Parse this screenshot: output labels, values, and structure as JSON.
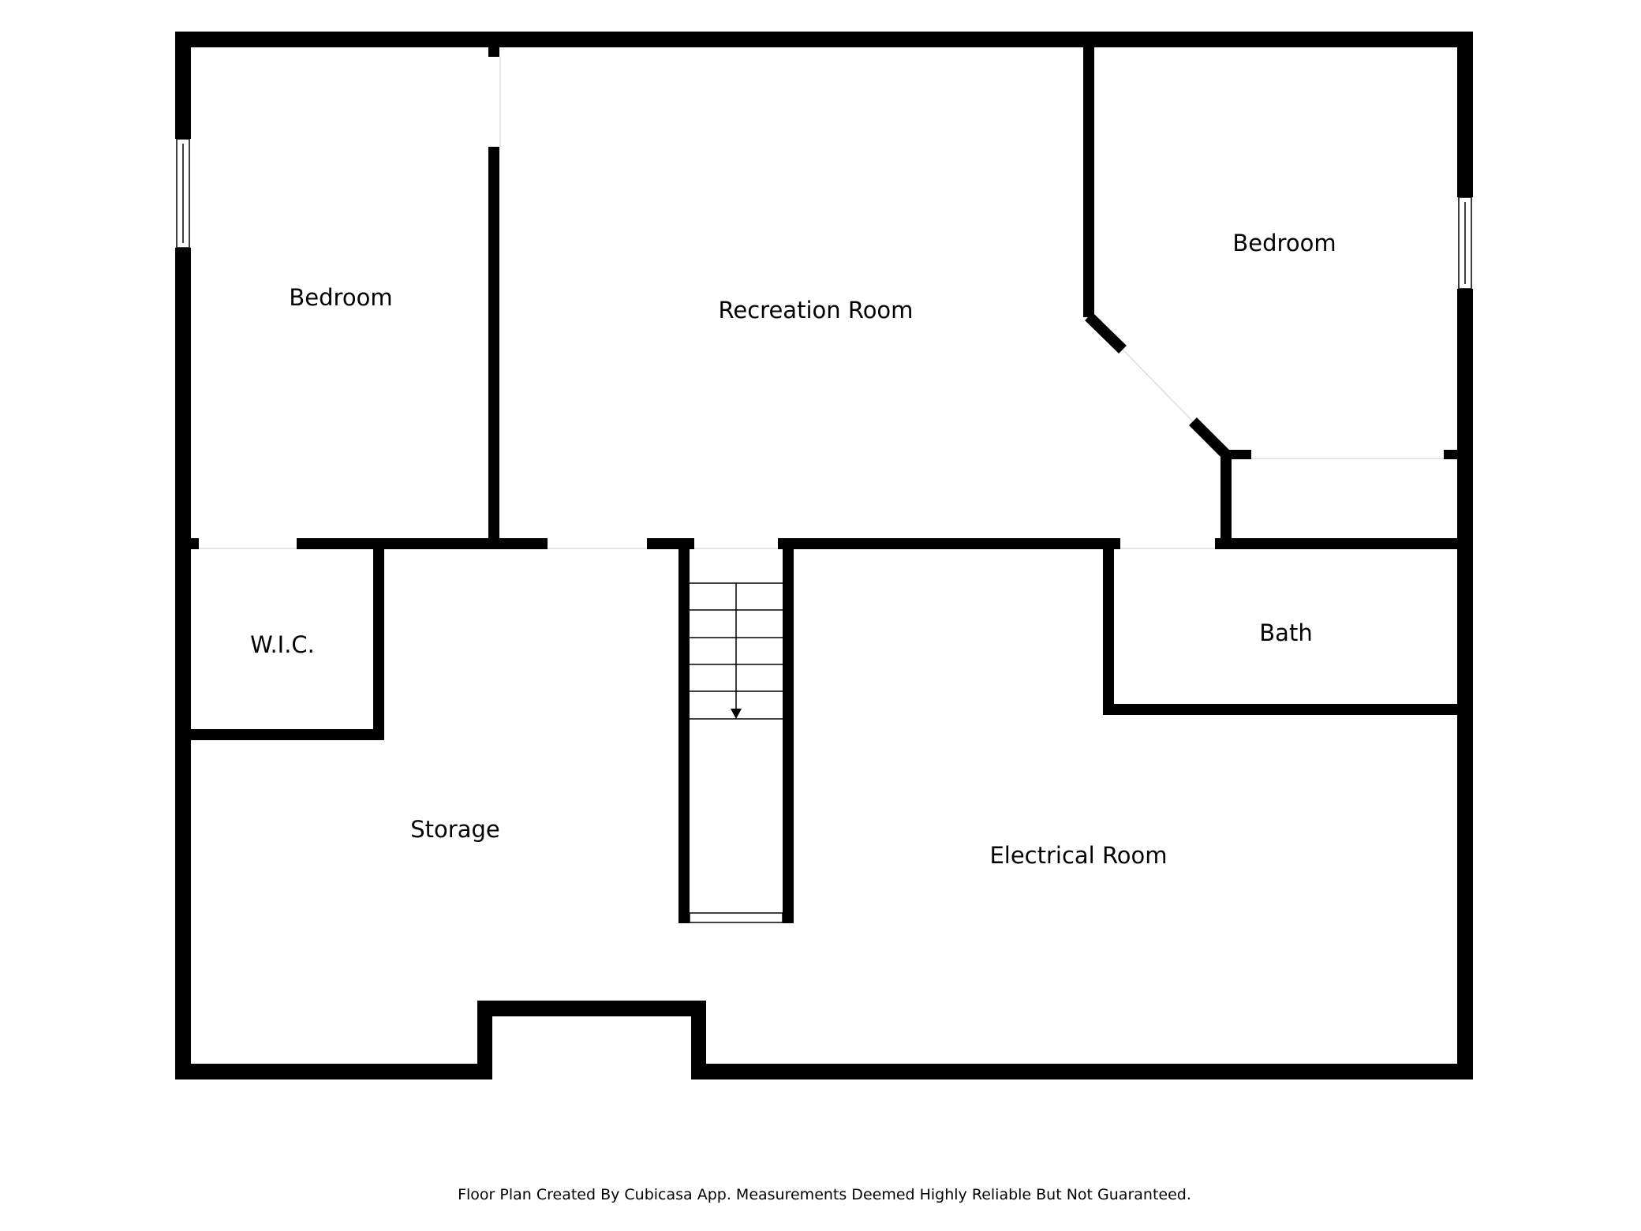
{
  "rooms": {
    "bedroom_left": "Bedroom",
    "recreation_room": "Recreation Room",
    "bedroom_right": "Bedroom",
    "wic": "W.I.C.",
    "bath": "Bath",
    "storage": "Storage",
    "electrical_room": "Electrical Room"
  },
  "footer": {
    "note": "Floor Plan Created By Cubicasa App. Measurements Deemed Highly Reliable But Not Guaranteed."
  },
  "colors": {
    "wall": "#000000",
    "background": "#ffffff"
  }
}
